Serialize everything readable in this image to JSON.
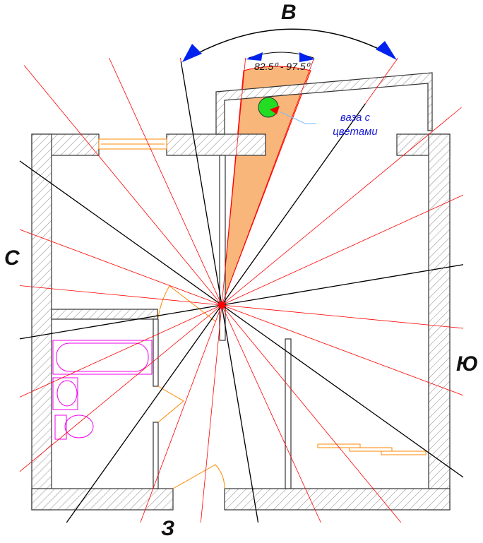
{
  "directions": {
    "north": "В",
    "west": "С",
    "east": "Ю",
    "south": "З"
  },
  "sector_label": "82.5⁰ - 97.5⁰",
  "object_label": "ваза с цветами",
  "colors": {
    "sector": "#f9b67a",
    "rays_red": "#ff0000",
    "rays_black": "#000000",
    "vase": "#22dd22",
    "arrows": "#0022ee",
    "plumbing": "#ee00ee",
    "furniture": "#ff8800"
  }
}
